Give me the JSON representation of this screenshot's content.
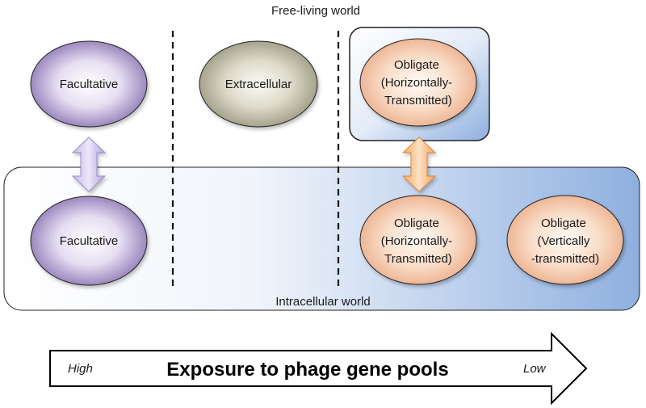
{
  "regions": {
    "free_living": "Free-living world",
    "intracellular": "Intracellular world"
  },
  "nodes": {
    "facultative_top": "Facultative",
    "extracellular": "Extracellular",
    "obligate_horizontal_top": [
      "Obligate",
      "(Horizontally-",
      "Transmitted)"
    ],
    "facultative_bottom": "Facultative",
    "obligate_horizontal_bottom": [
      "Obligate",
      "(Horizontally-",
      "Transmitted)"
    ],
    "obligate_vertical": [
      "Obligate",
      "(Vertically",
      "-transmitted)"
    ]
  },
  "scale": {
    "title": "Exposure to phage gene pools",
    "high_label": "High",
    "low_label": "Low"
  },
  "colors": {
    "facultative": "#7b63a8",
    "extracellular": "#8d8b70",
    "obligate": "#e8a37c",
    "intracellular_fill": "#8fb0e0",
    "arrow_purple": "#b3a3dd",
    "arrow_orange": "#f2a25a"
  }
}
